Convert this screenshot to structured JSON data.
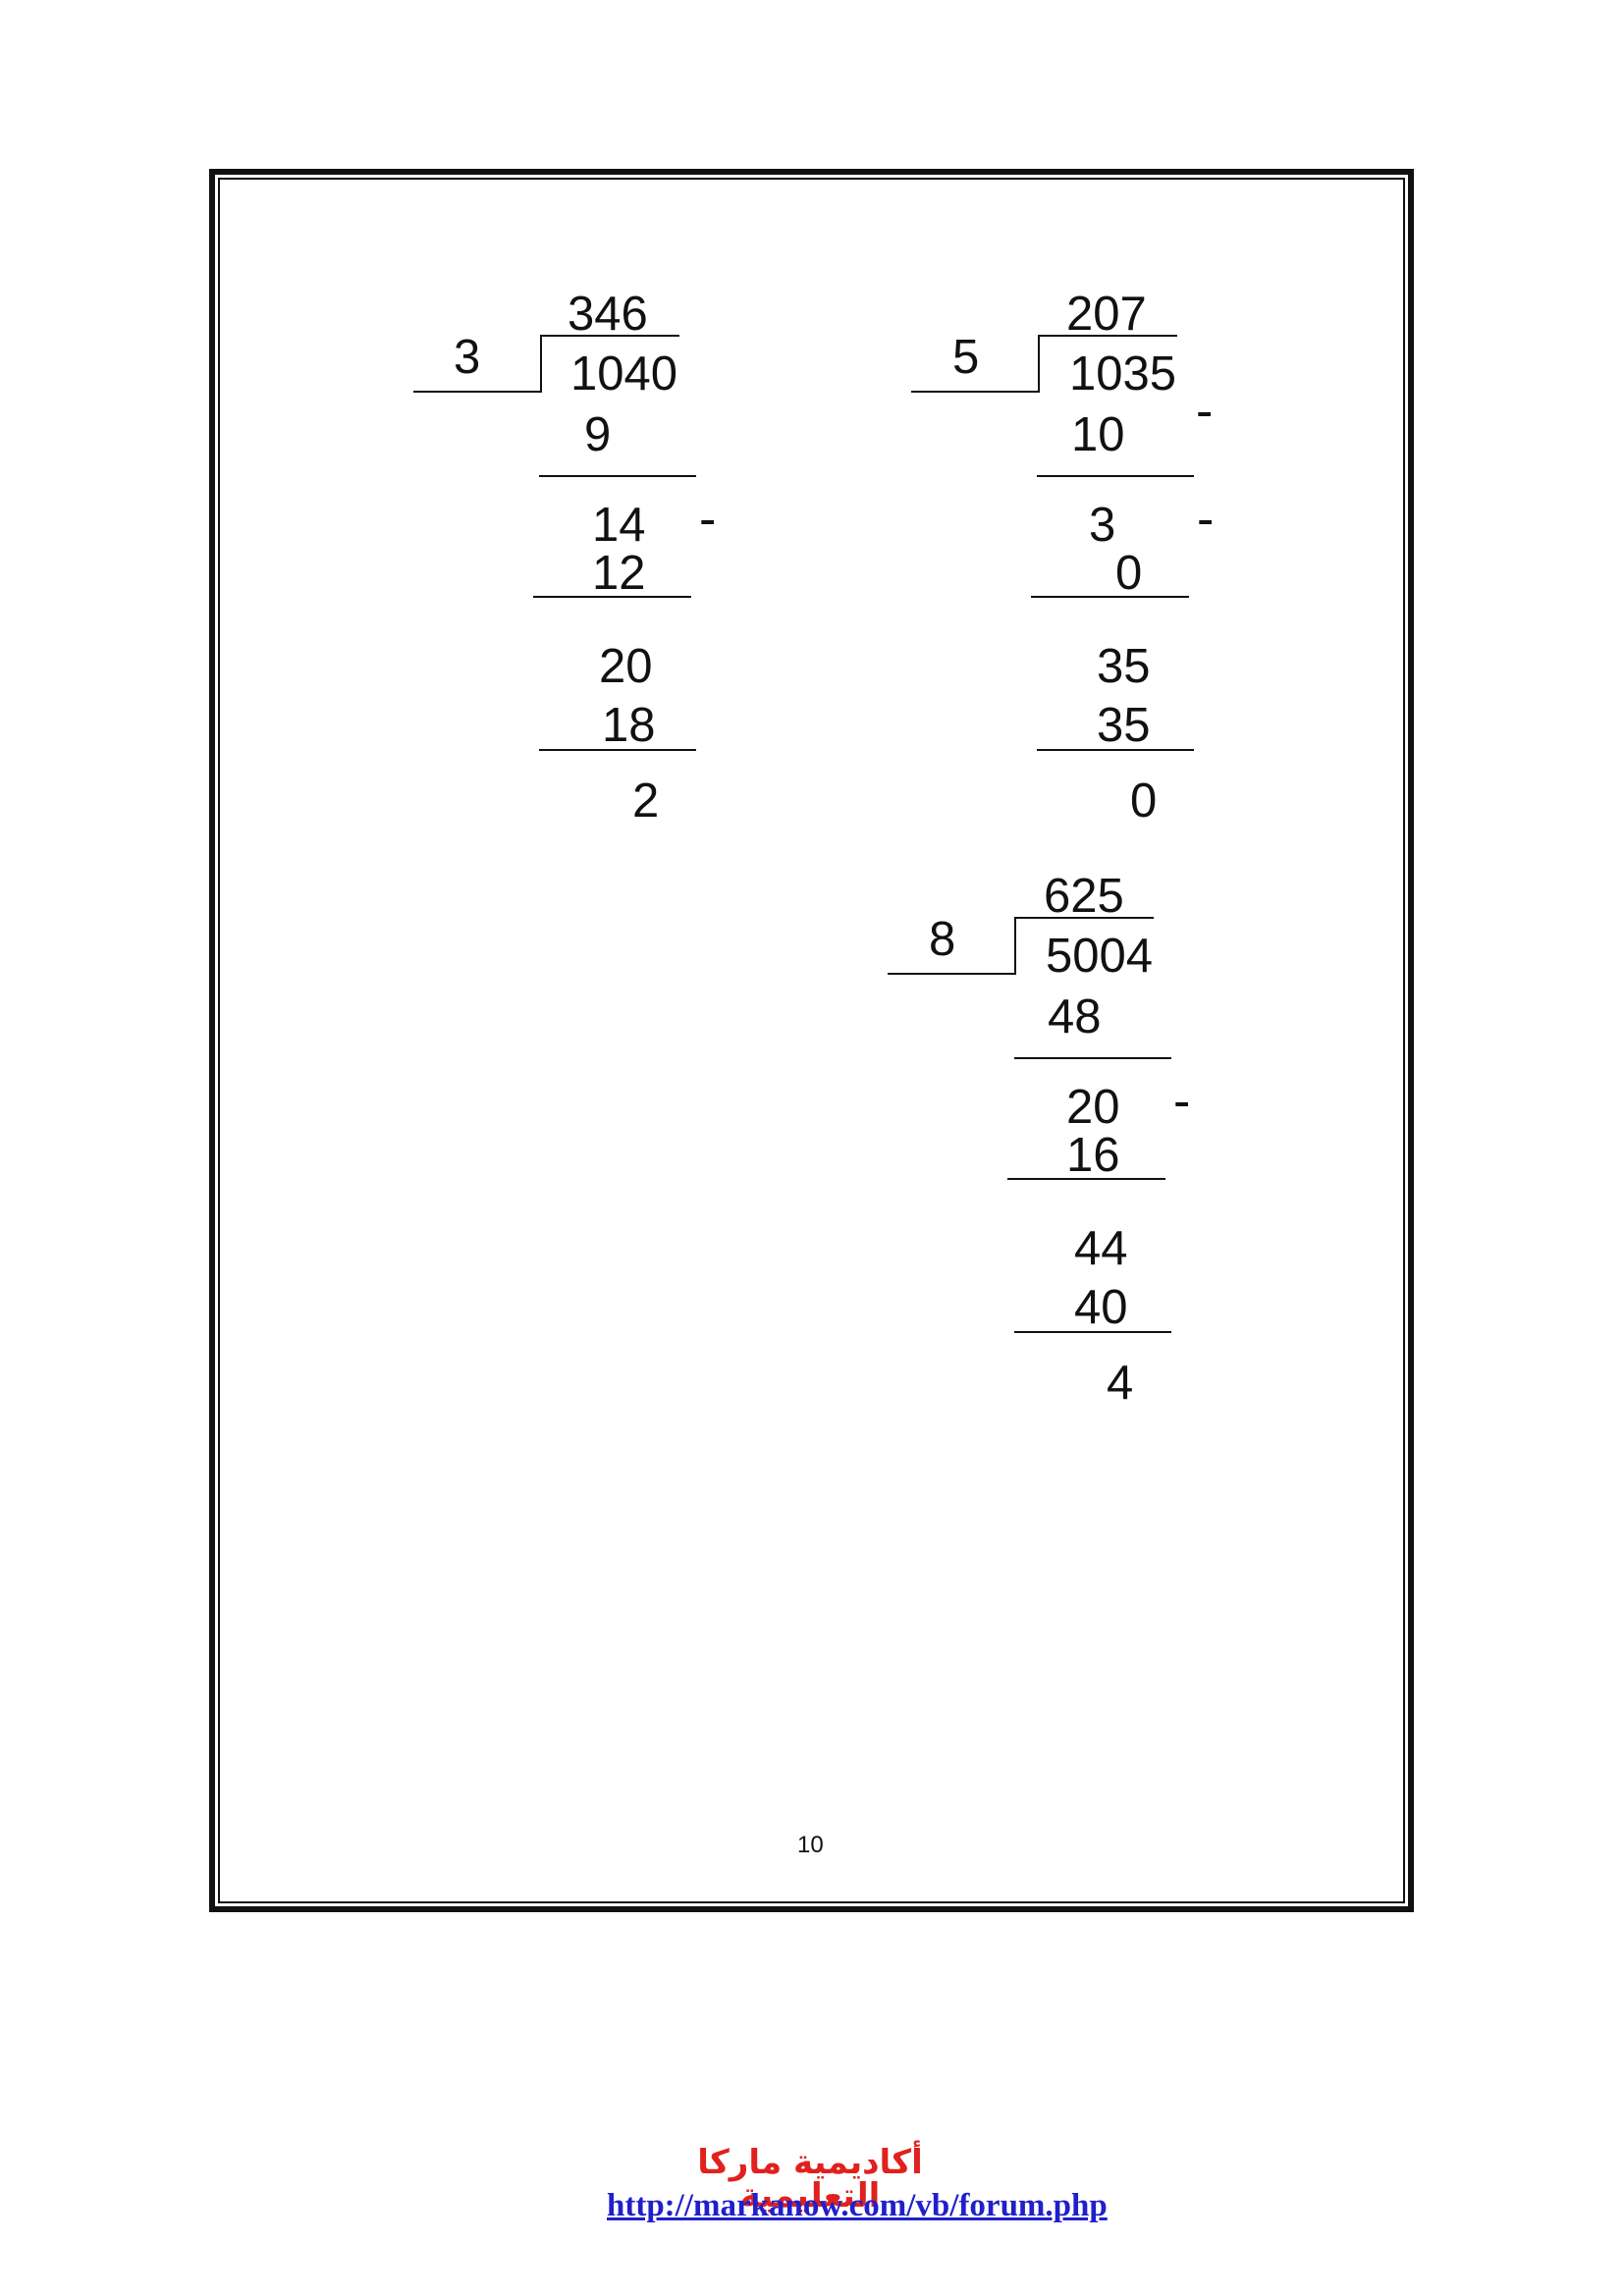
{
  "divisions": [
    {
      "divisor": "3",
      "dividend": "1040",
      "quotient": "346",
      "steps": [
        "9",
        "14",
        "12",
        "20",
        "18"
      ],
      "remainder": "2"
    },
    {
      "divisor": "5",
      "dividend": "1035",
      "quotient": "207",
      "steps": [
        "10",
        "3",
        "0",
        "35",
        "35"
      ],
      "remainder": "0"
    },
    {
      "divisor": "8",
      "dividend": "5004",
      "quotient": "625",
      "steps": [
        "48",
        "20",
        "16",
        "44",
        "40"
      ],
      "remainder": "4"
    }
  ],
  "minus_sign": "-",
  "page_number": "10",
  "footer": {
    "academy_name": "أكاديمية ماركا التعليمية",
    "link": "http://markanow.com/vb/forum.php"
  },
  "colors": {
    "academy_name": "#e0211d",
    "link": "#1f1fcc"
  }
}
